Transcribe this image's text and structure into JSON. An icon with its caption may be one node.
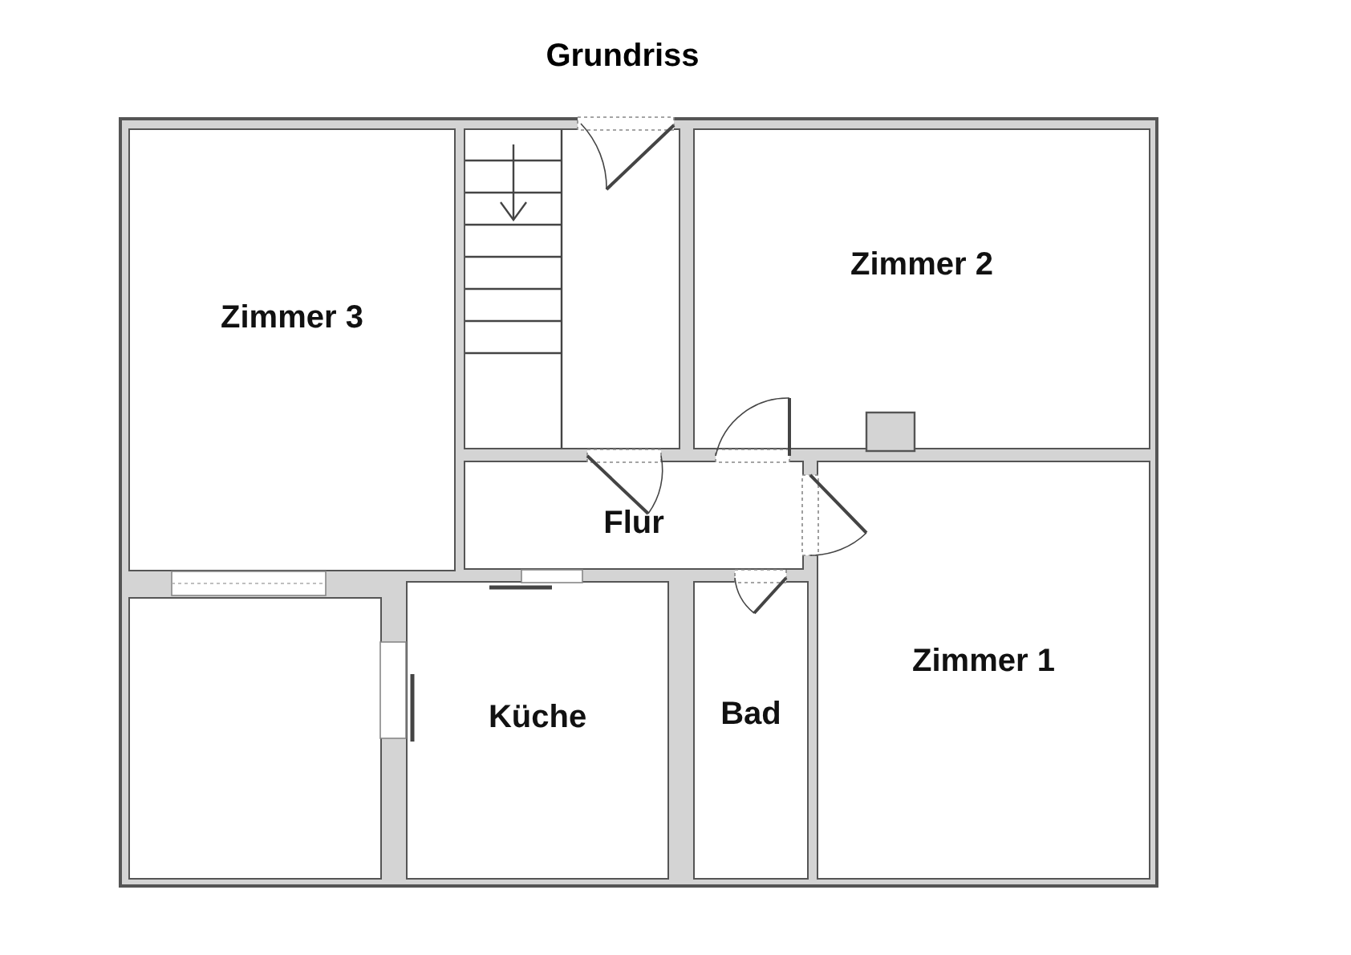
{
  "diagram": {
    "title": "Grundriss",
    "nodes": [
      {
        "text": [
          "Zimmer 3"
        ]
      },
      {
        "text": [],
        "shape": "box"
      },
      {
        "text": [
          "Zimmer 2"
        ]
      },
      {
        "text": [
          "Flur"
        ]
      },
      {
        "text": [
          "Zimmer 1"
        ]
      },
      {
        "text": [],
        "shape": "box"
      },
      {
        "text": [
          "Küche"
        ]
      },
      {
        "text": [
          "Bad"
        ]
      }
    ]
  }
}
